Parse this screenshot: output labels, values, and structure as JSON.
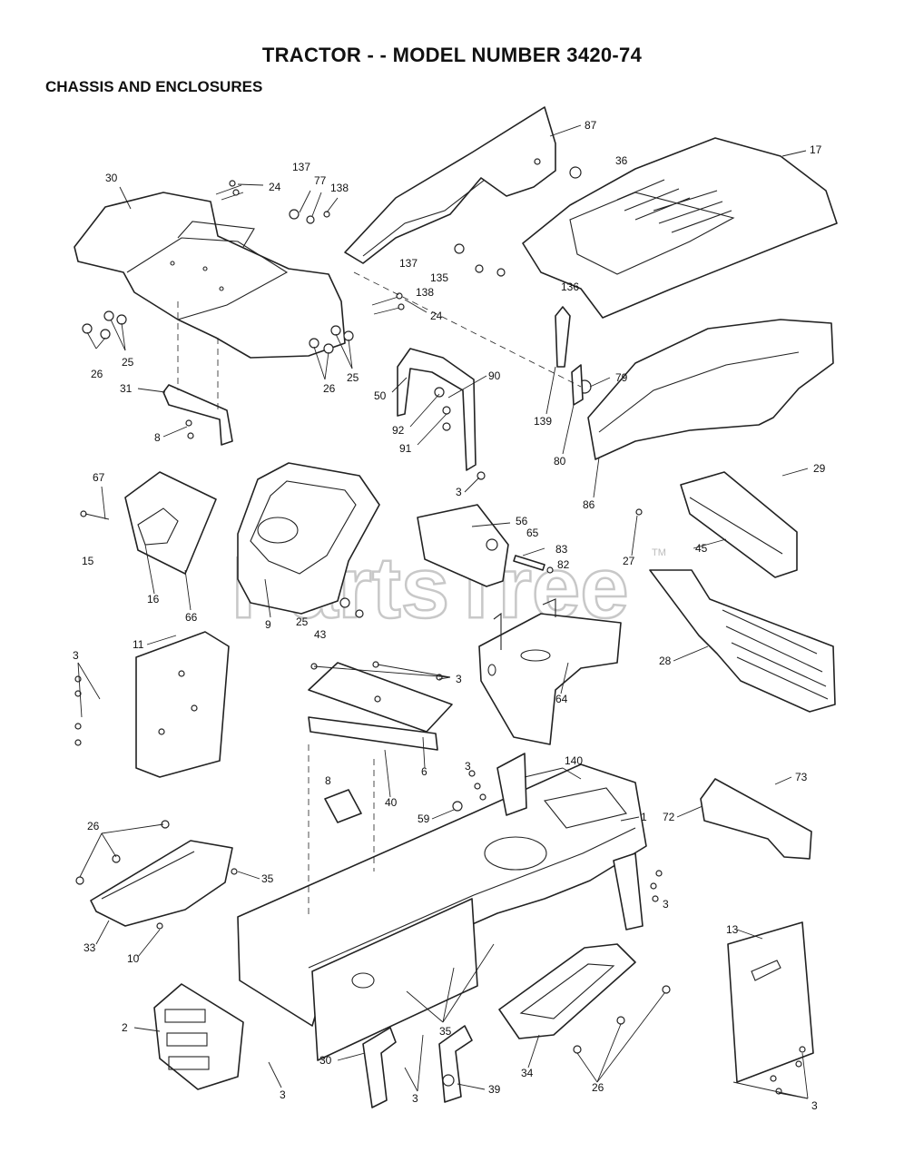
{
  "header": {
    "title": "TRACTOR - - MODEL NUMBER 3420-74",
    "subtitle": "CHASSIS AND ENCLOSURES"
  },
  "watermark": {
    "text": "PartsTree",
    "tm": "TM"
  },
  "callouts": [
    "30",
    "24",
    "137",
    "77",
    "138",
    "87",
    "36",
    "17",
    "137",
    "135",
    "138",
    "136",
    "24",
    "25",
    "26",
    "25",
    "26",
    "90",
    "50",
    "31",
    "8",
    "92",
    "91",
    "139",
    "79",
    "80",
    "86",
    "3",
    "29",
    "67",
    "15",
    "16",
    "66",
    "9",
    "25",
    "43",
    "56",
    "65",
    "83",
    "82",
    "27",
    "45",
    "11",
    "3",
    "28",
    "64",
    "3",
    "6",
    "40",
    "8",
    "3",
    "140",
    "59",
    "1",
    "73",
    "72",
    "26",
    "35",
    "33",
    "10",
    "3",
    "13",
    "2",
    "3",
    "35",
    "30",
    "3",
    "39",
    "34",
    "26",
    "3"
  ]
}
